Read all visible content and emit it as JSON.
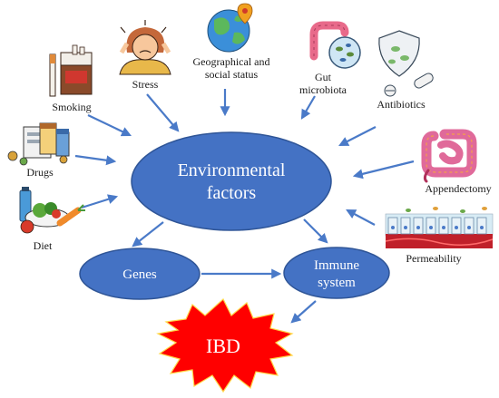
{
  "center": {
    "line1": "Environmental",
    "line2": "factors"
  },
  "genes": "Genes",
  "immune": {
    "line1": "Immune",
    "line2": "system"
  },
  "outcome": "IBD",
  "factors": {
    "smoking": "Smoking",
    "stress": "Stress",
    "geo_line1": "Geographical and",
    "geo_line2": "social status",
    "gut_line1": "Gut",
    "gut_line2": "microbiota",
    "antibiotics": "Antibiotics",
    "drugs": "Drugs",
    "appendectomy": "Appendectomy",
    "diet": "Diet",
    "permeability": "Permeability"
  },
  "icons": [
    "cigarette-pack-icon",
    "stressed-person-icon",
    "globe-location-icon",
    "intestine-bacteria-icon",
    "antibiotics-pills-icon",
    "medicine-drugs-icon",
    "appendix-intestine-icon",
    "healthy-food-icon",
    "intestinal-barrier-icon",
    "explosion-burst-icon"
  ],
  "colors": {
    "oval": "#4472c4",
    "oval_stroke": "#2f5597",
    "arrow": "#4a7ac8",
    "burst": "#ff0000"
  }
}
